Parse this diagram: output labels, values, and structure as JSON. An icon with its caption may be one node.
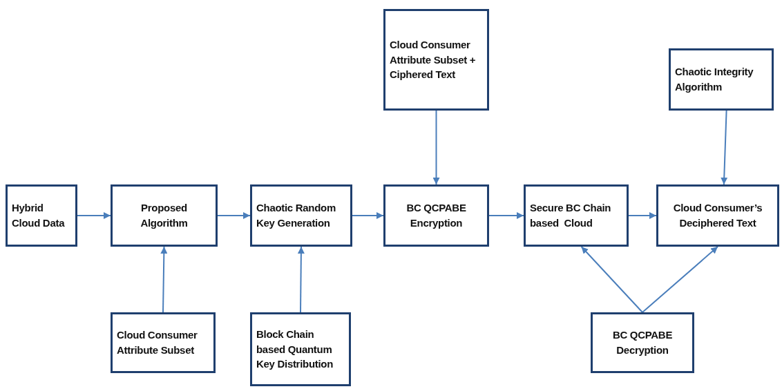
{
  "diagram": {
    "nodes": [
      {
        "text": [
          "Hybrid Cloud Data"
        ]
      },
      {
        "text": [
          "Proposed Algorithm"
        ]
      },
      {
        "text": [
          "Chaotic Random Key Generation"
        ]
      },
      {
        "text": [
          "Cloud Consumer Attribute Subset + Ciphered Text"
        ]
      },
      {
        "text": [
          "BC QCPABE Encryption"
        ]
      },
      {
        "text": [
          "Chaotic Integrity Algorithm"
        ]
      },
      {
        "text": [
          "Secure BC Chain based  Cloud"
        ]
      },
      {
        "text": [
          "Cloud Consumer’s Deciphered Text"
        ]
      },
      {
        "text": [
          "Cloud Consumer Attribute Subset"
        ]
      },
      {
        "text": [
          "Block Chain based Quantum Key Distribution"
        ]
      },
      {
        "text": [
          "BC QCPABE Decryption"
        ]
      }
    ],
    "edges": [
      {
        "from": 0,
        "to": 1,
        "arrow": "to"
      },
      {
        "from": 1,
        "to": 2,
        "arrow": "to"
      },
      {
        "from": 2,
        "to": 4,
        "arrow": "to"
      },
      {
        "from": 3,
        "to": 4,
        "arrow": "to"
      },
      {
        "from": 4,
        "to": 6,
        "arrow": "to"
      },
      {
        "from": 6,
        "to": 7,
        "arrow": "to"
      },
      {
        "from": 5,
        "to": 7,
        "arrow": "to"
      },
      {
        "from": 8,
        "to": 1,
        "arrow": "to"
      },
      {
        "from": 9,
        "to": 2,
        "arrow": "to"
      },
      {
        "from": 10,
        "to": 6,
        "arrow": "to"
      },
      {
        "from": 10,
        "to": 7,
        "arrow": "to"
      }
    ]
  }
}
